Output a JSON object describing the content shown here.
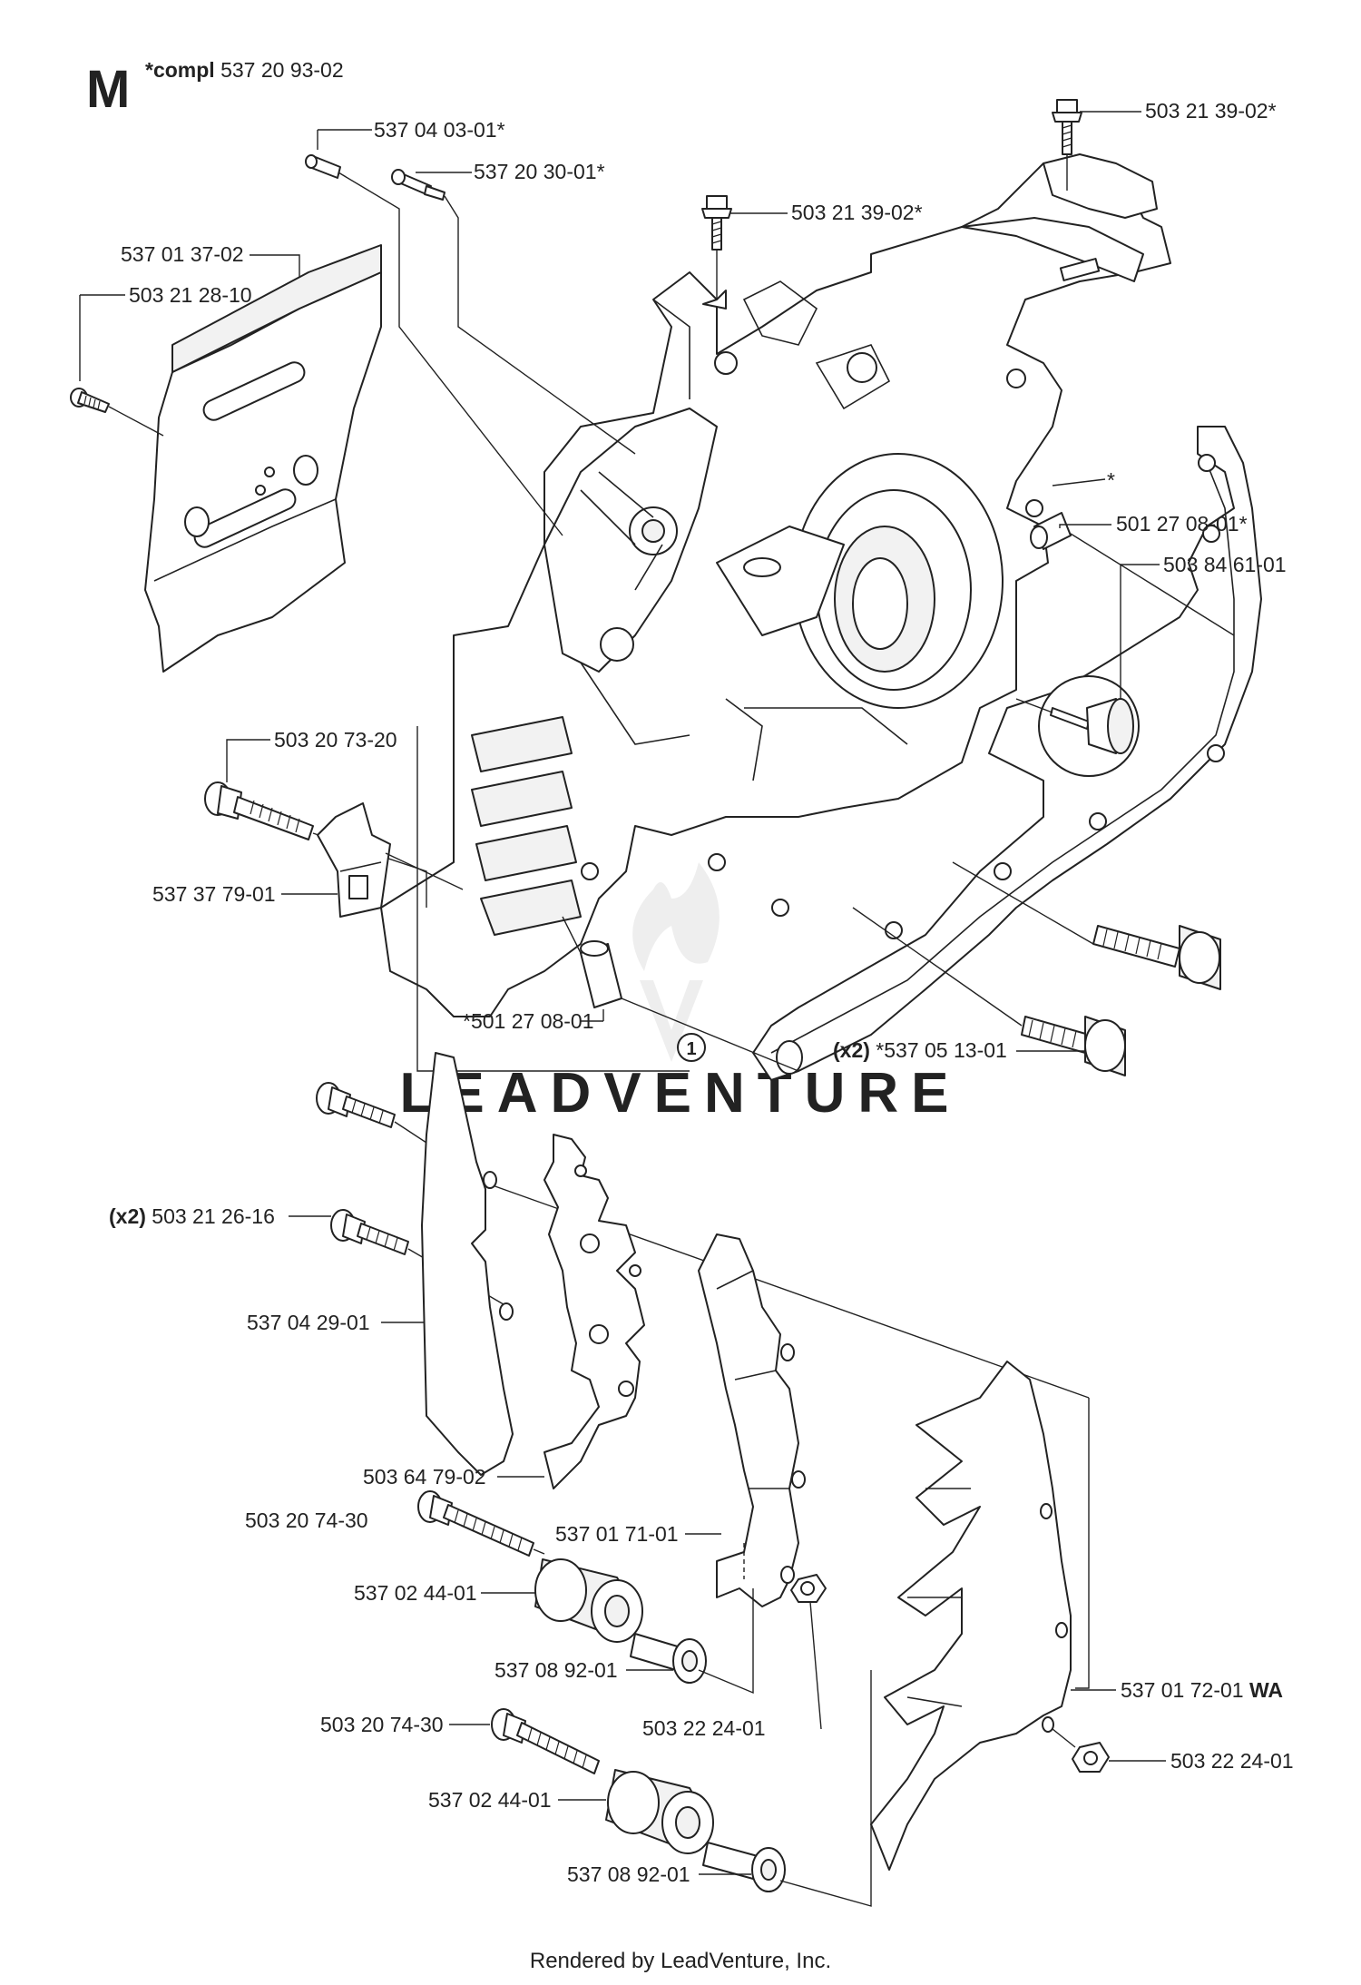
{
  "header": {
    "section_letter": "M",
    "assembly_prefix": "*compl",
    "assembly_number": "537 20 93-02"
  },
  "labels": {
    "p1": "537 04 03-01*",
    "p2": "537 20 30-01*",
    "p3": "503 21 39-02*",
    "p4": "503 21 39-02*",
    "p5": "537 01 37-02",
    "p6": "503 21 28-10",
    "p7": "*",
    "p8": "501 27 08-01*",
    "p9": "503 84 61-01",
    "p10": "503 20 73-20",
    "p11": "537 37 79-01",
    "p12": "*501 27 08-01",
    "p13_qty": "(x2)",
    "p13": "*537 05 13-01",
    "p14_qty": "(x2)",
    "p14": "503 21 26-16",
    "p15": "537 04 29-01",
    "p16": "503 64 79-02",
    "p17": "503 20 74-30",
    "p18": "537 01 71-01",
    "p19": "537 02 44-01",
    "p20": "537 08 92-01",
    "p21": "503 22 24-01",
    "p22": "537 01 72-01",
    "p22_suffix": "WA",
    "p23": "503 22 24-01",
    "p24": "503 20 74-30",
    "p25": "537 02 44-01",
    "p26": "537 08 92-01"
  },
  "callout": "1",
  "watermark": "LEADVENTURE",
  "footer": "Rendered by LeadVenture, Inc."
}
